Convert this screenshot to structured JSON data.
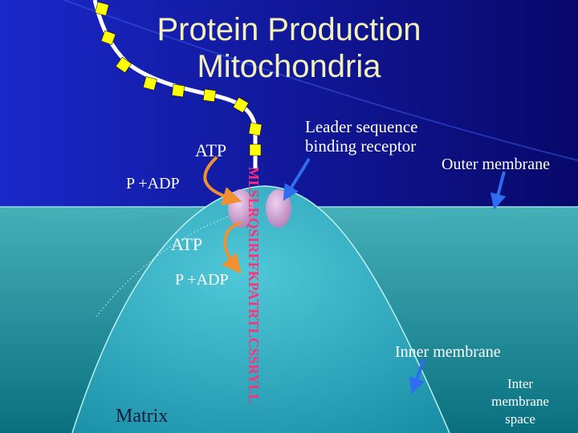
{
  "title": {
    "line1": "Protein Production",
    "line2": "Mitochondria"
  },
  "labels": {
    "atp_top": "ATP",
    "p_adp_top": "P +ADP",
    "atp_inner": "ATP",
    "p_adp_inner": "P +ADP",
    "leader_line1": "Leader sequence",
    "leader_line2": "binding receptor",
    "outer_membrane": "Outer membrane",
    "inner_membrane": "Inner membrane",
    "intermembrane_line1": "Inter",
    "intermembrane_line2": "membrane",
    "intermembrane_line3": "space",
    "matrix": "Matrix"
  },
  "sequence": "MLSLRQSIRFFKPATRTLCSSRYLL",
  "colors": {
    "background": "#0a0a6a",
    "outer_space": "#20a0a8",
    "matrix": "#3ab8c8",
    "title_text": "#f3f0b8",
    "sequence_text": "#ff2f7a",
    "bead_fill": "#ffff00",
    "chain_stroke": "#ffffff",
    "atp_arrow": "#f09030",
    "pointer_arrow": "#2f6cf0",
    "receptor": "#d8a8d8"
  }
}
